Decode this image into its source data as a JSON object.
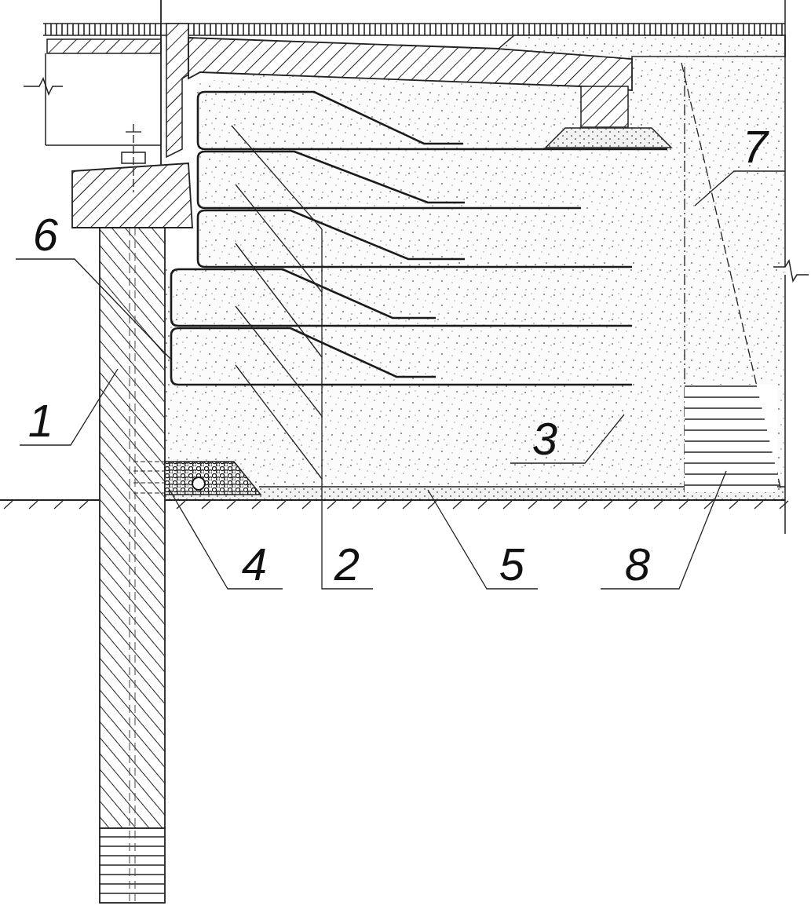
{
  "diagram": {
    "labels": [
      "7",
      "6",
      "1",
      "3",
      "4",
      "2",
      "5",
      "8"
    ]
  }
}
